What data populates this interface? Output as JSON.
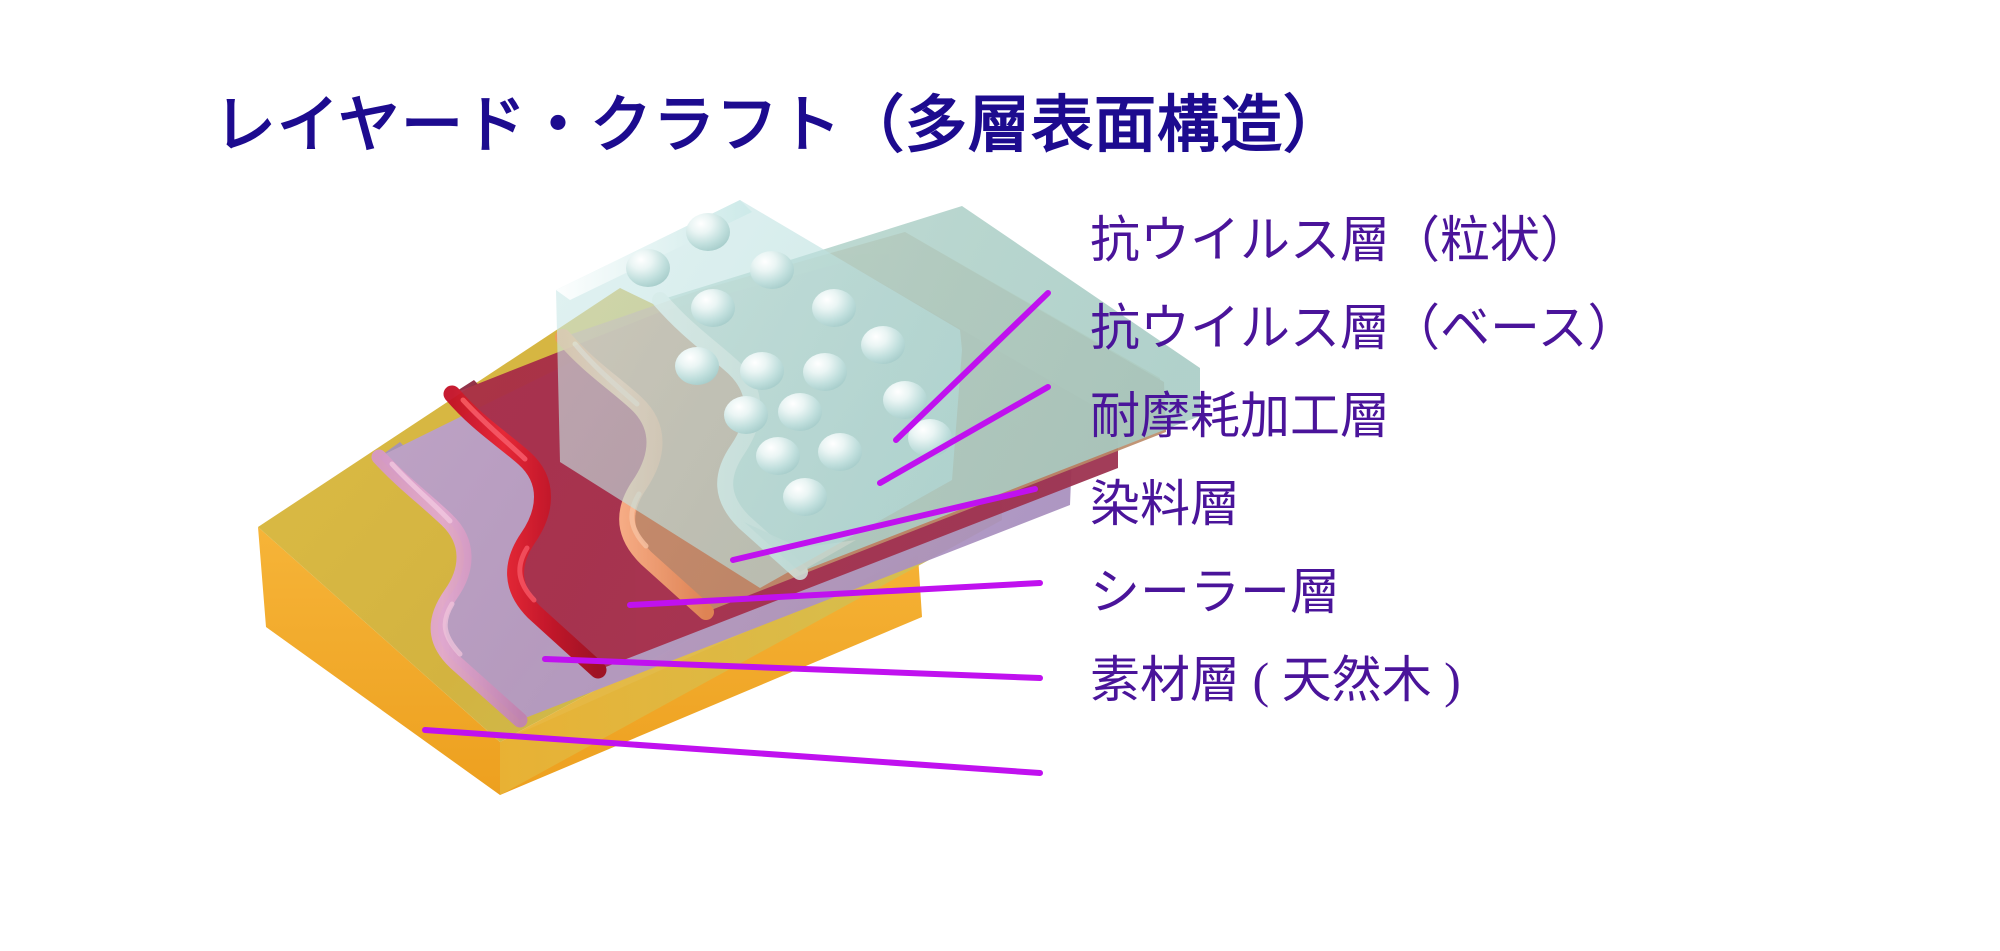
{
  "title": "レイヤード・クラフト（多層表面構造）",
  "colors": {
    "title_text": "#1d0b8f",
    "label_text": "#4a149a",
    "leader_line": "#c011ef",
    "background": "#ffffff",
    "layer_wood_top": "#d5b53f",
    "layer_wood_edge": "#f0a92b",
    "layer_sealer": "#b79bc9",
    "layer_dye": "#a8314b",
    "layer_dye_bead": "#d8112a",
    "layer_wear": "#c9926b",
    "layer_wear_bead": "#f5a571",
    "layer_antiviral_base": "#aecfc6",
    "layer_antiviral_granule": "#c6e3e2"
  },
  "diagram": {
    "name": "layered-surface-cross-section",
    "layers": [
      {
        "id": "wood",
        "label": "素材層 ( 天然木 )"
      },
      {
        "id": "sealer",
        "label": "シーラー層"
      },
      {
        "id": "dye",
        "label": "染料層"
      },
      {
        "id": "wear",
        "label": "耐摩耗加工層"
      },
      {
        "id": "av_base",
        "label": "抗ウイルス層（ベース）"
      },
      {
        "id": "av_grain",
        "label": "抗ウイルス層（粒状）"
      }
    ]
  },
  "labels": [
    {
      "id": "antiviral-granular",
      "text": "抗ウイルス層（粒状）"
    },
    {
      "id": "antiviral-base",
      "text": "抗ウイルス層（ベース）"
    },
    {
      "id": "wear-resistant",
      "text": "耐摩耗加工層"
    },
    {
      "id": "dye",
      "text": "染料層"
    },
    {
      "id": "sealer",
      "text": "シーラー層"
    },
    {
      "id": "substrate",
      "text": "素材層 ( 天然木 )"
    }
  ]
}
